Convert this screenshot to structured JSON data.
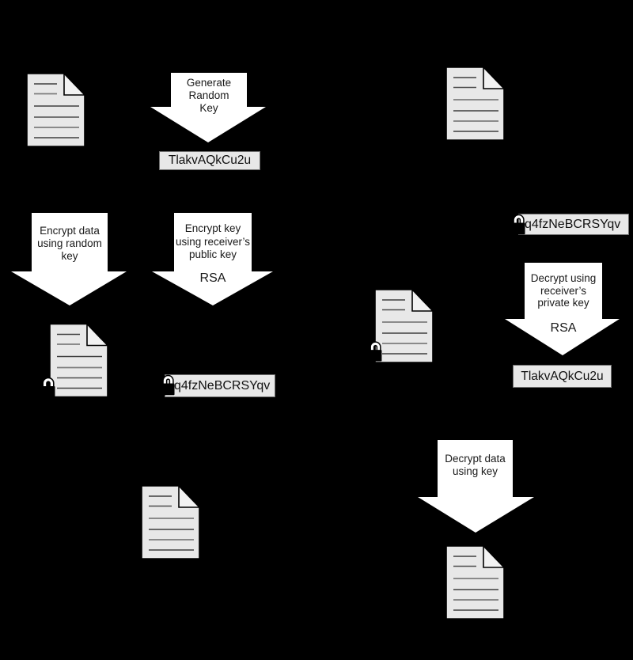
{
  "diagram": {
    "background_color": "#000000",
    "colors": {
      "arrow_fill": "#ffffff",
      "document_fill": "#e8e8e8",
      "document_fold_fill": "#f2f2f2",
      "document_stroke": "#000000",
      "key_box_fill": "#e8e8e8",
      "key_box_border": "#6e6e6e",
      "label_text": "#1a1a1a",
      "lock_body": "#000000",
      "lock_shackle": "#ffffff"
    },
    "icons": {
      "document": "document-icon",
      "lock": "padlock-icon",
      "arrow": "down-arrow-icon"
    },
    "sender": {
      "generate_key_label": [
        "Generate",
        "Random",
        "Key"
      ],
      "random_key": "TlakvAQkCu2u",
      "encrypt_data_label": [
        "Encrypt data",
        "using random",
        "key"
      ],
      "encrypt_key_label": [
        "Encrypt key",
        "using receiver’s",
        "public key"
      ],
      "encrypt_key_algorithm": "RSA",
      "encrypted_key": "q4fzNeBCRSYqv"
    },
    "receiver": {
      "encrypted_key": "q4fzNeBCRSYqv",
      "decrypt_key_label": [
        "Decrypt using",
        "receiver’s",
        "private key"
      ],
      "decrypt_key_algorithm": "RSA",
      "decrypted_key": "TlakvAQkCu2u",
      "decrypt_data_label": [
        "Decrypt data",
        "using key"
      ]
    }
  }
}
